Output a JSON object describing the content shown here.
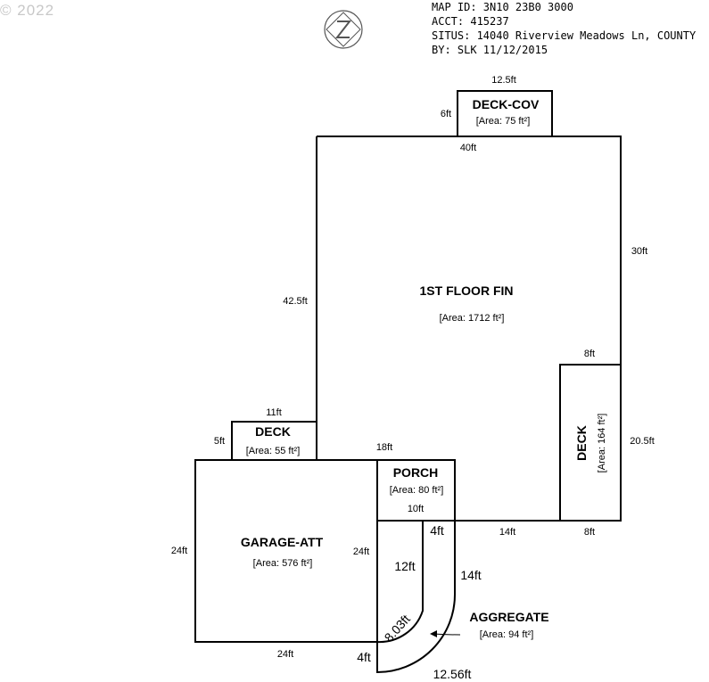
{
  "copyright": "© 2022",
  "header": {
    "map_id": "MAP ID: 3N10 23B0 3000",
    "acct": "ACCT: 415237",
    "situs": "SITUS: 14040 Riverview Meadows Ln, COUNTY",
    "by": "BY: SLK 11/12/2015"
  },
  "north_arrow_label": "N",
  "areas": {
    "first_floor": {
      "name": "1ST FLOOR FIN",
      "area": "[Area: 1712 ft²]"
    },
    "deck_cov": {
      "name": "DECK-COV",
      "area": "[Area: 75 ft²]"
    },
    "deck_left": {
      "name": "DECK",
      "area": "[Area: 55 ft²]"
    },
    "deck_right": {
      "name": "DECK",
      "area": "[Area: 164 ft²]"
    },
    "porch": {
      "name": "PORCH",
      "area": "[Area: 80 ft²]"
    },
    "garage": {
      "name": "GARAGE-ATT",
      "area": "[Area: 576 ft²]"
    },
    "aggregate": {
      "name": "AGGREGATE",
      "area": "[Area: 94 ft²]"
    }
  },
  "dimensions": {
    "deck_cov_top": "12.5ft",
    "deck_cov_side": "6ft",
    "floor_top": "40ft",
    "floor_right": "30ft",
    "floor_left": "42.5ft",
    "deck_right_top": "8ft",
    "deck_right_side": "20.5ft",
    "deck_right_bottom": "8ft",
    "floor_bottom": "14ft",
    "deck_left_top": "11ft",
    "deck_left_side": "5ft",
    "porch_top": "18ft",
    "porch_bottom": "10ft",
    "garage_left": "24ft",
    "garage_right": "24ft",
    "garage_bottom": "24ft",
    "agg_top": "4ft",
    "agg_inner": "12ft",
    "agg_outer": "14ft",
    "agg_arc_inner": "8.03ft",
    "agg_bottom_left": "4ft",
    "agg_arc_outer": "12.56ft"
  }
}
